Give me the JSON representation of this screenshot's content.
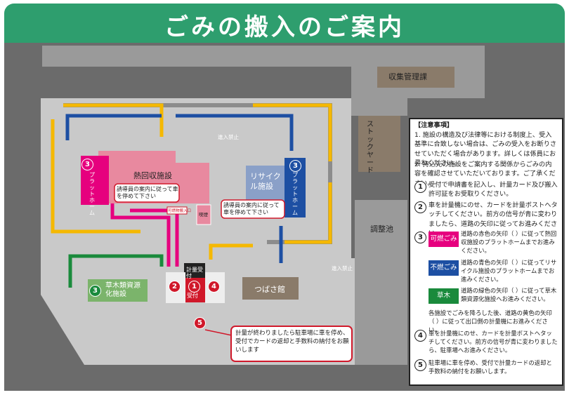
{
  "title": "ごみの搬入のご案内",
  "buildings": {
    "collection_office": "収集管理課",
    "stock_yard": "ストックヤード",
    "incinerator": "熱回収施設",
    "recycle": "リサイクル施設",
    "grass": "草木類資源化施設",
    "tsubasa": "つばさ館",
    "pond": "調整池",
    "platform_left": "プラットホーム",
    "platform_right": "プラットホーム",
    "guide_left": "誘導員の案内に従って車を停めて下さい",
    "guide_right": "誘導員の案内に従って車を停めて下さい",
    "small_entry": "可燃物搬入口",
    "warn": "喫煙",
    "no_entry": "進入禁止",
    "reception_weigh": "計量受付",
    "reception": "受付",
    "callout": "計量が終わりましたら駐車場に車を停め、受付でカードの返却と手数料の納付をお願いします"
  },
  "markers": {
    "m1": "1",
    "m2": "2",
    "m3": "3",
    "m4": "4",
    "m5": "5"
  },
  "panel": {
    "heading": "【注意事項】",
    "note1": "1. 施設の構造及び法律等における制度上、受入基準に合致しない場合は、ごみの受入をお断りさせていただく場合があります。詳しくは係員にお尋ねください。",
    "note2": "2. 持込先の施設をご案内する関係からごみの内容を確認させていただいております。ご了承ください。",
    "step1": "受付で申請書を記入し、計量カード及び搬入許可証をお受取りください。",
    "step2": "車を計量機にのせ、カードを計量ボストへタッチしてください。前方の信号が青に変わりましたら、道路の矢印に従ってお進みください。",
    "step3_red_tag": "可燃ごみ",
    "step3_red": "道路の赤色の矢印（ ）に従って熱回収施設のプラットホームまでお進みください。",
    "step3_blue_tag": "不燃ごみ",
    "step3_blue": "道路の青色の矢印（ ）に従ってリサイクル施設のプラットホームまでお進みください。",
    "step3_green_tag": "草木",
    "step3_green": "道路の緑色の矢印（ ）に従って草木類資源化施設へお進みください。",
    "step3_after": "各施設でごみを降ろした後、道路の黄色の矢印（ ）に従って出口側の計量機にお進みください。",
    "step4": "車を計量機にのせ、カードを計量ボストへタッチしてください。前方の信号が青に変わりましたら、駐車場へお進みください。",
    "step5": "駐車場に車を停め、受付で計量カードの返却と手数料の納付をお願いします。"
  },
  "colors": {
    "header": "#2e9e6e",
    "red": "#e6007e",
    "blue": "#1d4fa3",
    "green": "#1a8a3c",
    "yellow": "#f5b800"
  }
}
